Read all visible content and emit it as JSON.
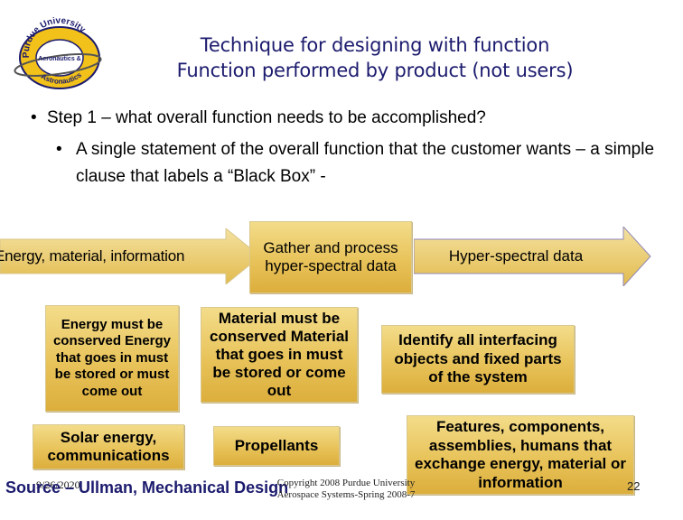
{
  "logo": {
    "ring_top": "Purdue University",
    "ring_middle": "Aeronautics &",
    "ring_bottom": "Astronautics"
  },
  "title": {
    "line1": "Technique for designing with function",
    "line2": "Function performed by product (not users)"
  },
  "bullets": {
    "level1": "Step 1 – what overall function needs to be accomplished?",
    "level2": "A single statement of the overall function that the customer wants – a simple clause that labels a “Black Box” -"
  },
  "diagram": {
    "input_label": "Energy, material, information",
    "center_box": "Gather and process hyper-spectral data",
    "output_label": "Hyper-spectral data",
    "energy_box": "Energy must be conserved Energy that goes in must be stored or must come out",
    "material_box": "Material must be conserved Material that goes in must be stored or come out",
    "identify_box": "Identify all interfacing objects and fixed parts of the system",
    "solar_box": "Solar energy, communications",
    "propellants_box": "Propellants",
    "features_box": "Features, components, assemblies, humans that exchange energy, material or information"
  },
  "footer": {
    "source": "Source – Ullman, Mechanical Design",
    "date": "9/26/2020",
    "copyright_line1": "Copyright 2008 Purdue University",
    "copyright_line2": "Aerospace Systems-Spring 2008-7",
    "page_number": "22"
  },
  "colors": {
    "title": "#1c1b6e",
    "box_fill": "#e8c35a",
    "arrow_fill": "#e7c45c"
  }
}
